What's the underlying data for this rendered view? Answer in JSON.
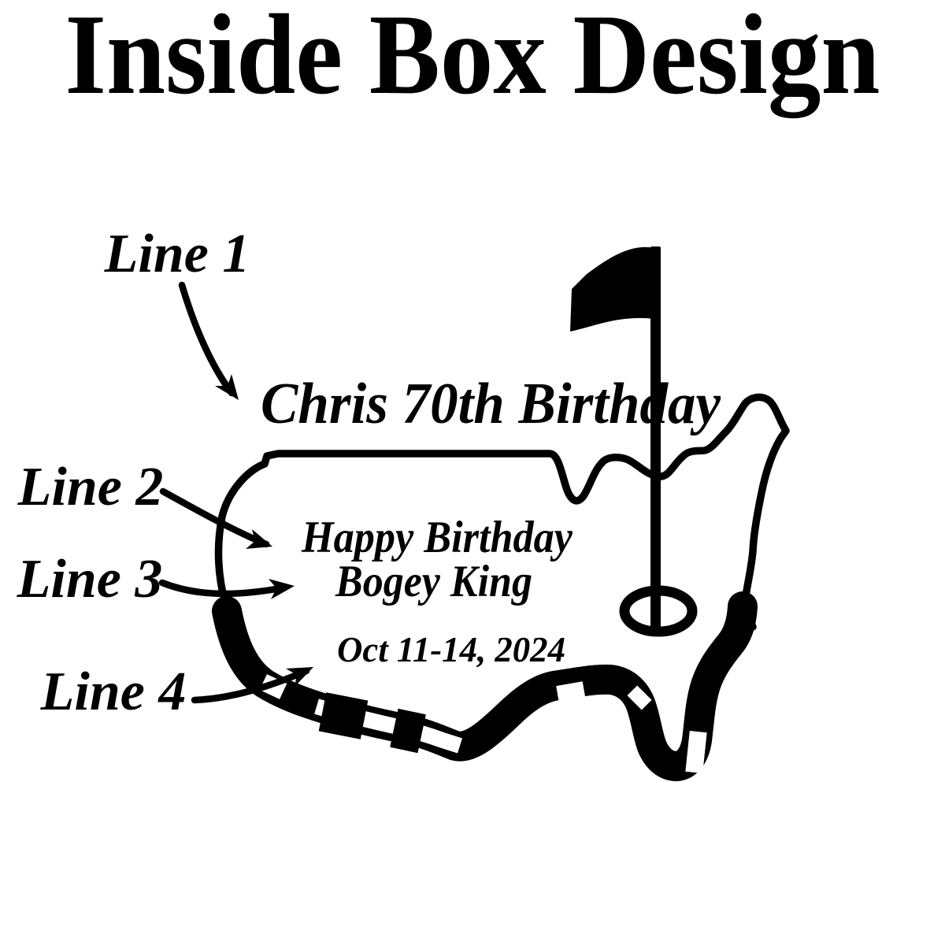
{
  "title": "Inside Box Design",
  "colors": {
    "ink": "#000000",
    "background": "#ffffff"
  },
  "callouts": [
    {
      "label": "Line 1"
    },
    {
      "label": "Line 2"
    },
    {
      "label": "Line 3"
    },
    {
      "label": "Line 4"
    }
  ],
  "design_lines": [
    {
      "line": "Line 1",
      "text": "Chris 70th Birthday"
    },
    {
      "line": "Line 2",
      "text": "Happy Birthday"
    },
    {
      "line": "Line 3",
      "text": "Bogey King"
    },
    {
      "line": "Line 4",
      "text": "Oct 11-14, 2024"
    }
  ],
  "graphic": {
    "icons": [
      "usa-map-icon",
      "golf-flag-icon",
      "golf-hole-icon",
      "arrowhead-icon"
    ]
  }
}
